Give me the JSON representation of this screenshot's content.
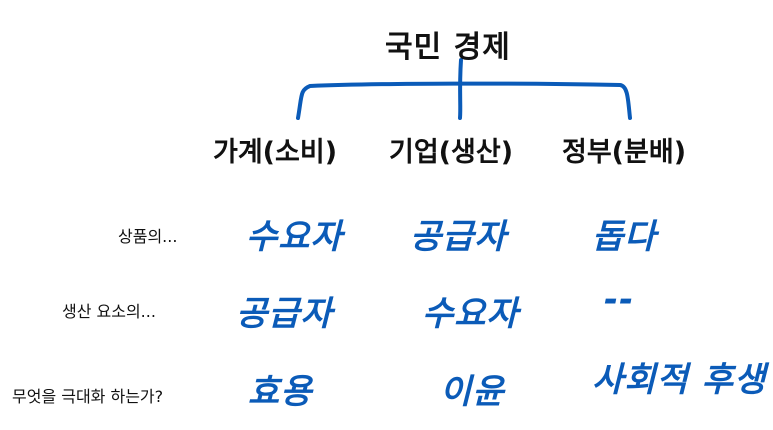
{
  "title": "국민 경제",
  "accent_color": "#0b5bb8",
  "columns": [
    {
      "header": "가계(소비)"
    },
    {
      "header": "기업(생산)"
    },
    {
      "header": "정부(분배)"
    }
  ],
  "rows": [
    {
      "label": "상품의...",
      "cells": [
        "수요자",
        "공급자",
        "돕다"
      ]
    },
    {
      "label": "생산 요소의...",
      "cells": [
        "공급자",
        "수요자",
        "--"
      ]
    },
    {
      "label": "무엇을 극대화 하는가?",
      "cells": [
        "효용",
        "이윤",
        "사회적 후생"
      ]
    }
  ]
}
